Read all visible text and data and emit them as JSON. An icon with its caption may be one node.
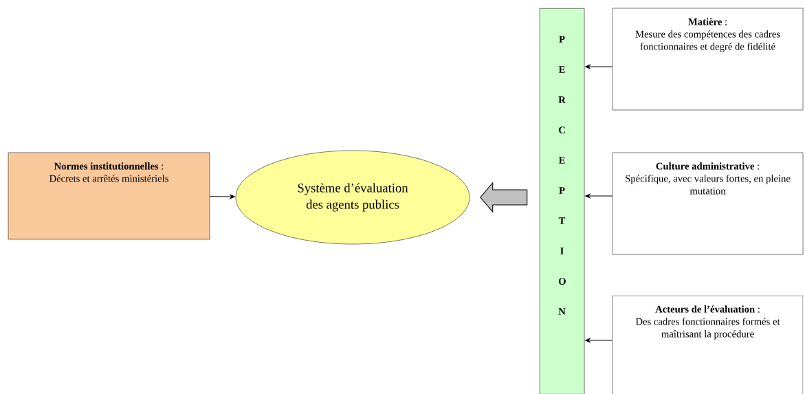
{
  "diagram": {
    "nodes": [
      {
        "text": [
          "**Normes institutionnelles** :",
          "Décrets et arrêtés ministériels"
        ]
      },
      {
        "text": [
          "Système d’évaluation des agents publics"
        ]
      },
      {
        "text": [
          "P E R C E P T I O N"
        ]
      },
      {
        "text": [
          "**Matière** :",
          "Mesure des compétences des cadres fonctionnaires et degré de fidélité"
        ]
      },
      {
        "text": [
          "**Culture administrative** :",
          "Spécifique, avec valeurs fortes, en pleine mutation"
        ]
      },
      {
        "text": [
          "**Acteurs de l’évaluation** :",
          "Des cadres fonctionnaires formés et maîtrisant la procédure"
        ]
      }
    ],
    "edges": [
      {
        "from": 0,
        "to": 1,
        "arrow": "to"
      },
      {
        "from": 2,
        "to": 1,
        "arrow": "to",
        "style": "thick",
        "color": "#c0c0c0"
      },
      {
        "from": 3,
        "to": 2,
        "arrow": "to"
      },
      {
        "from": 4,
        "to": 2,
        "arrow": "to"
      },
      {
        "from": 5,
        "to": 2,
        "arrow": "to"
      }
    ]
  }
}
